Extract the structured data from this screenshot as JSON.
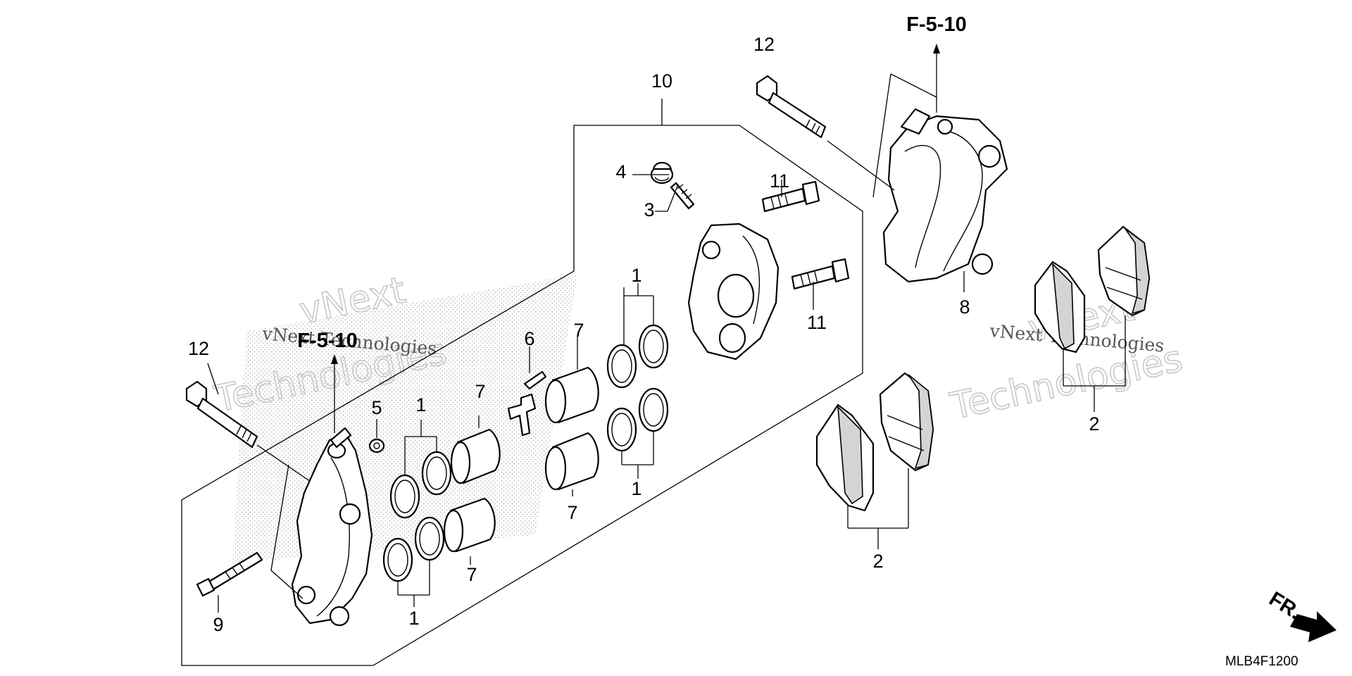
{
  "diagram": {
    "ref_top": "F-5-10",
    "ref_left": "F-5-10",
    "drawing_code": "MLB4F1200",
    "front_label": "FR.",
    "watermark_line1": "vNext",
    "watermark_line2": "Technologies",
    "watermark_small": "vNext Technologies",
    "callouts": {
      "c12_top": "12",
      "c10": "10",
      "c4": "4",
      "c3": "3",
      "c11_top": "11",
      "c11_bottom": "11",
      "c8": "8",
      "c2_right": "2",
      "c2_center": "2",
      "c1_a": "1",
      "c1_b": "1",
      "c1_c": "1",
      "c1_d": "1",
      "c7_a": "7",
      "c7_b": "7",
      "c7_c": "7",
      "c7_d": "7",
      "c6": "6",
      "c5": "5",
      "c12_left": "12",
      "c9": "9"
    }
  }
}
